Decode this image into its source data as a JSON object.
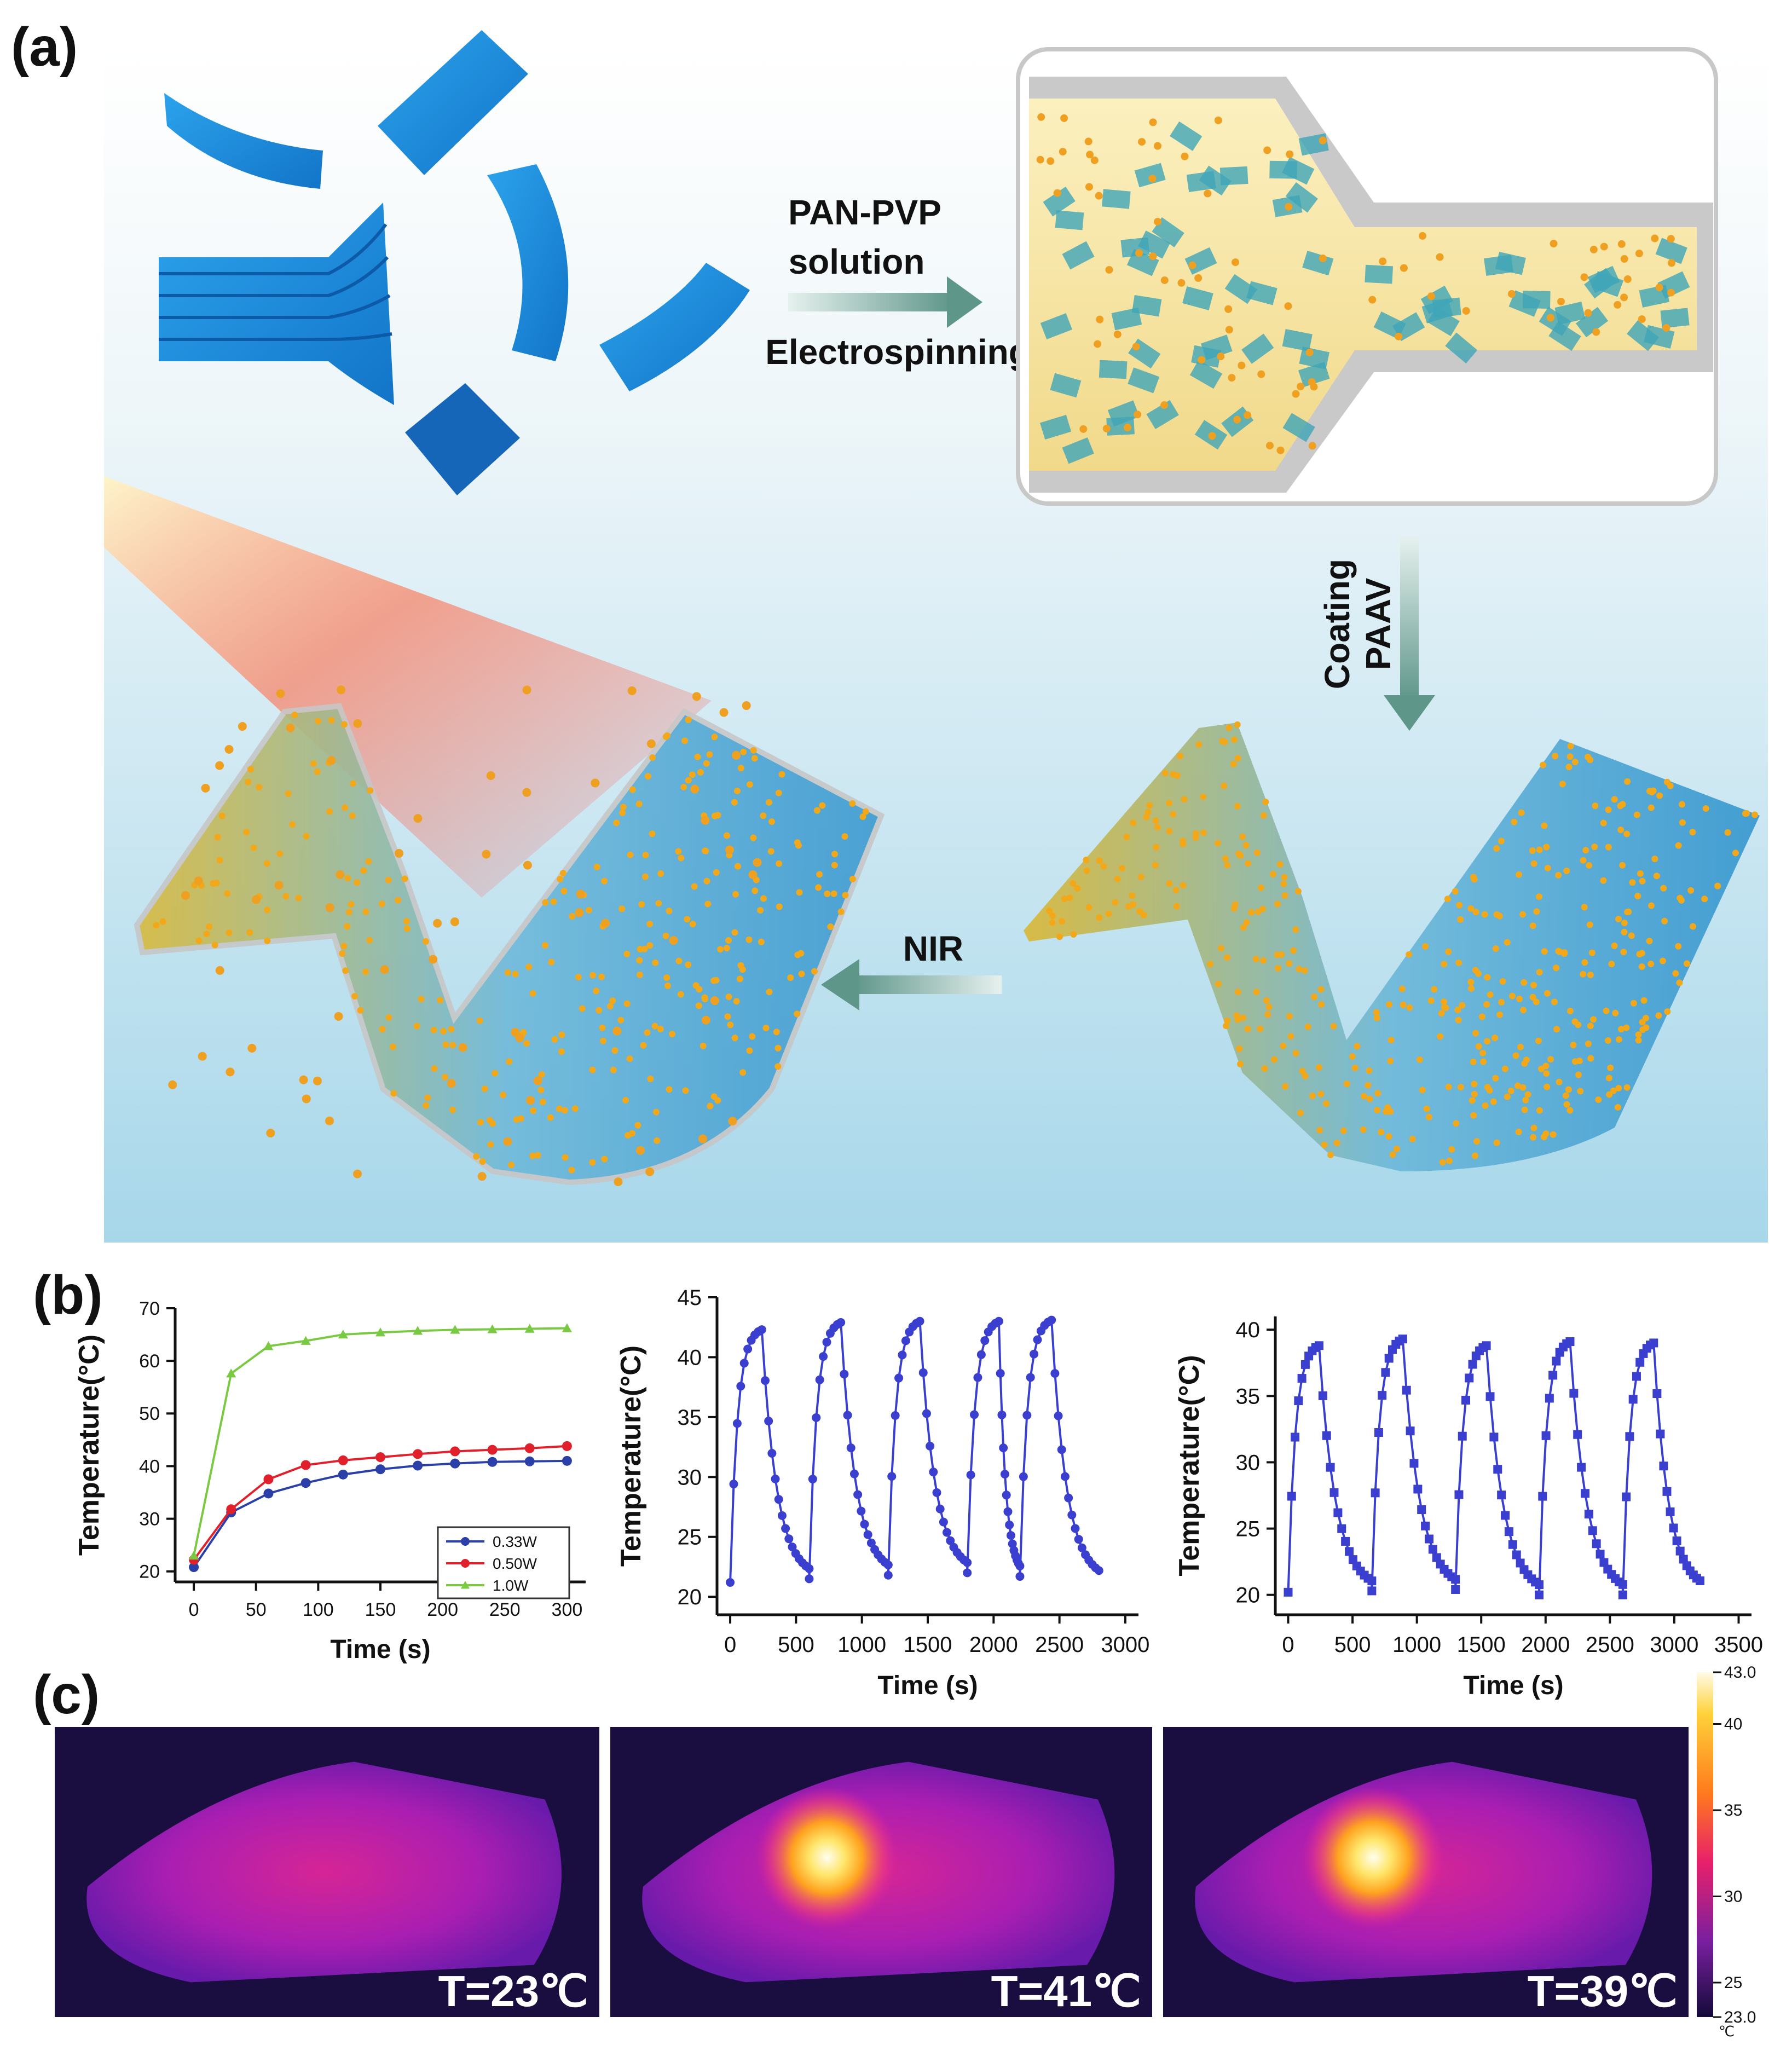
{
  "panel_labels": {
    "a": "(a)",
    "b": "(b)",
    "c": "(c)"
  },
  "schematic": {
    "arrow1_line1": "PAN-PVP",
    "arrow1_line2": "solution",
    "arrow1_line3": "Electrospinning",
    "arrow2_line1": "Coating",
    "arrow2_line2": "PAAV",
    "arrow3": "NIR"
  },
  "colors": {
    "series_033": "#2b3fa8",
    "series_050": "#e0202a",
    "series_10": "#7ac943",
    "cycle": "#3a3fd0"
  },
  "chart_data": [
    {
      "type": "line",
      "xlabel": "Time (s)",
      "ylabel": "Temperature(°C)",
      "xlim": [
        -15,
        315
      ],
      "ylim": [
        18,
        70
      ],
      "xticks": [
        0,
        50,
        100,
        150,
        200,
        250,
        300
      ],
      "yticks": [
        20,
        30,
        40,
        50,
        60,
        70
      ],
      "legend_position": "bottom-right",
      "x": [
        0,
        30,
        60,
        90,
        120,
        150,
        180,
        210,
        240,
        270,
        300
      ],
      "series": [
        {
          "name": "0.33W",
          "marker": "circle",
          "values": [
            20.8,
            31.2,
            34.8,
            36.8,
            38.4,
            39.4,
            40.1,
            40.5,
            40.8,
            40.9,
            41.0
          ]
        },
        {
          "name": "0.50W",
          "marker": "circle",
          "values": [
            22.2,
            31.8,
            37.5,
            40.2,
            41.1,
            41.7,
            42.3,
            42.8,
            43.1,
            43.4,
            43.8
          ]
        },
        {
          "name": "1.0W",
          "marker": "triangle",
          "values": [
            23.0,
            57.6,
            62.8,
            63.8,
            65.0,
            65.4,
            65.7,
            65.9,
            66.0,
            66.1,
            66.2
          ]
        }
      ]
    },
    {
      "type": "line",
      "xlabel": "Time (s)",
      "ylabel": "Temperature(°C)",
      "xlim": [
        -100,
        3100
      ],
      "ylim": [
        18.5,
        45
      ],
      "xticks": [
        0,
        500,
        1000,
        1500,
        2000,
        2500,
        3000
      ],
      "yticks": [
        20,
        25,
        30,
        35,
        40,
        45
      ],
      "marker": "circle",
      "cycles": [
        {
          "start": 0,
          "low": 21.2,
          "peak": 42.3,
          "final": 21.5
        },
        {
          "start": 600,
          "low": 21.5,
          "peak": 42.9,
          "final": 21.8
        },
        {
          "start": 1200,
          "low": 21.8,
          "peak": 43.0,
          "final": 22.0
        },
        {
          "start": 1800,
          "low": 22.0,
          "peak": 43.0,
          "final": 21.7
        },
        {
          "start": 2200,
          "low": 21.7,
          "peak": 43.1,
          "final": 21.3
        }
      ]
    },
    {
      "type": "line",
      "xlabel": "Time (s)",
      "ylabel": "Temperature(°C)",
      "xlim": [
        -100,
        3600
      ],
      "ylim": [
        18.5,
        41
      ],
      "xticks": [
        0,
        500,
        1000,
        1500,
        2000,
        2500,
        3000,
        3500
      ],
      "yticks": [
        20,
        25,
        30,
        35,
        40
      ],
      "marker": "square",
      "cycles": [
        {
          "start": 0,
          "low": 20.2,
          "peak": 38.8,
          "final": 20.3
        },
        {
          "start": 650,
          "low": 20.3,
          "peak": 39.3,
          "final": 20.4
        },
        {
          "start": 1300,
          "low": 20.4,
          "peak": 38.8,
          "final": 20.0
        },
        {
          "start": 1950,
          "low": 20.0,
          "peak": 39.1,
          "final": 20.0
        },
        {
          "start": 2600,
          "low": 20.0,
          "peak": 39.0,
          "final": 20.3
        }
      ]
    }
  ],
  "thermal": {
    "images": [
      {
        "label": "T=23℃",
        "hotspot": false
      },
      {
        "label": "T=41℃",
        "hotspot": true
      },
      {
        "label": "T=39℃",
        "hotspot": true
      }
    ],
    "scale_ticks": [
      "43.0",
      "40",
      "35",
      "30",
      "25",
      "23.0"
    ],
    "scale_unit": "℃"
  }
}
